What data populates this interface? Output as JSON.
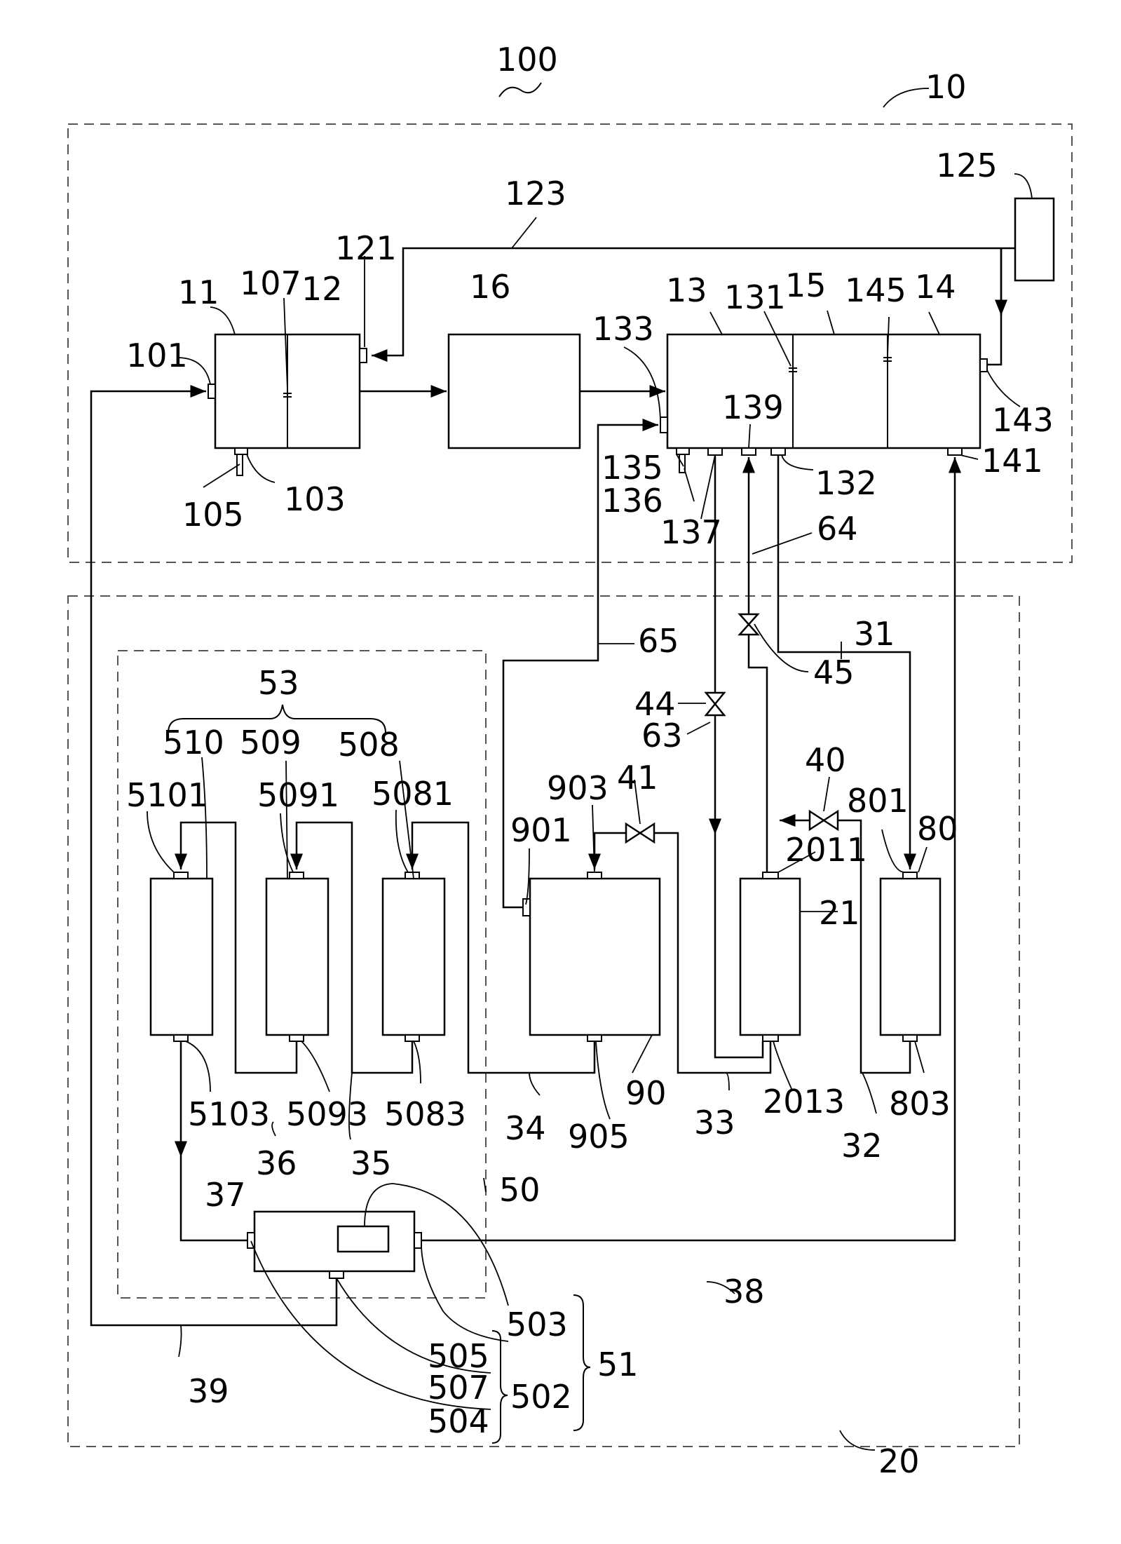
{
  "labels": {
    "system": "100",
    "unit_upper": "10",
    "unit_lower": "20",
    "l101": "101",
    "l103": "103",
    "l105": "105",
    "l107": "107",
    "l11": "11",
    "l12": "12",
    "l121": "121",
    "l123": "123",
    "l125": "125",
    "l16": "16",
    "l13": "13",
    "l131": "131",
    "l15": "15",
    "l145": "145",
    "l14": "14",
    "l133": "133",
    "l139": "139",
    "l143": "143",
    "l135": "135",
    "l136": "136",
    "l137": "137",
    "l132": "132",
    "l141": "141",
    "l64": "64",
    "l65": "65",
    "l31": "31",
    "l45": "45",
    "l44": "44",
    "l63": "63",
    "l40": "40",
    "l41": "41",
    "l53": "53",
    "l510": "510",
    "l509": "509",
    "l508": "508",
    "l5101": "5101",
    "l5091": "5091",
    "l5081": "5081",
    "l903": "903",
    "l901": "901",
    "l801": "801",
    "l80": "80",
    "l2011": "2011",
    "l21": "21",
    "l5103": "5103",
    "l5093": "5093",
    "l5083": "5083",
    "l34": "34",
    "l905": "905",
    "l90": "90",
    "l33": "33",
    "l2013": "2013",
    "l32": "32",
    "l803": "803",
    "l36": "36",
    "l35": "35",
    "l37": "37",
    "l50": "50",
    "l38": "38",
    "l503": "503",
    "l505": "505",
    "l51": "51",
    "l507": "507",
    "l502": "502",
    "l39": "39",
    "l504": "504"
  }
}
